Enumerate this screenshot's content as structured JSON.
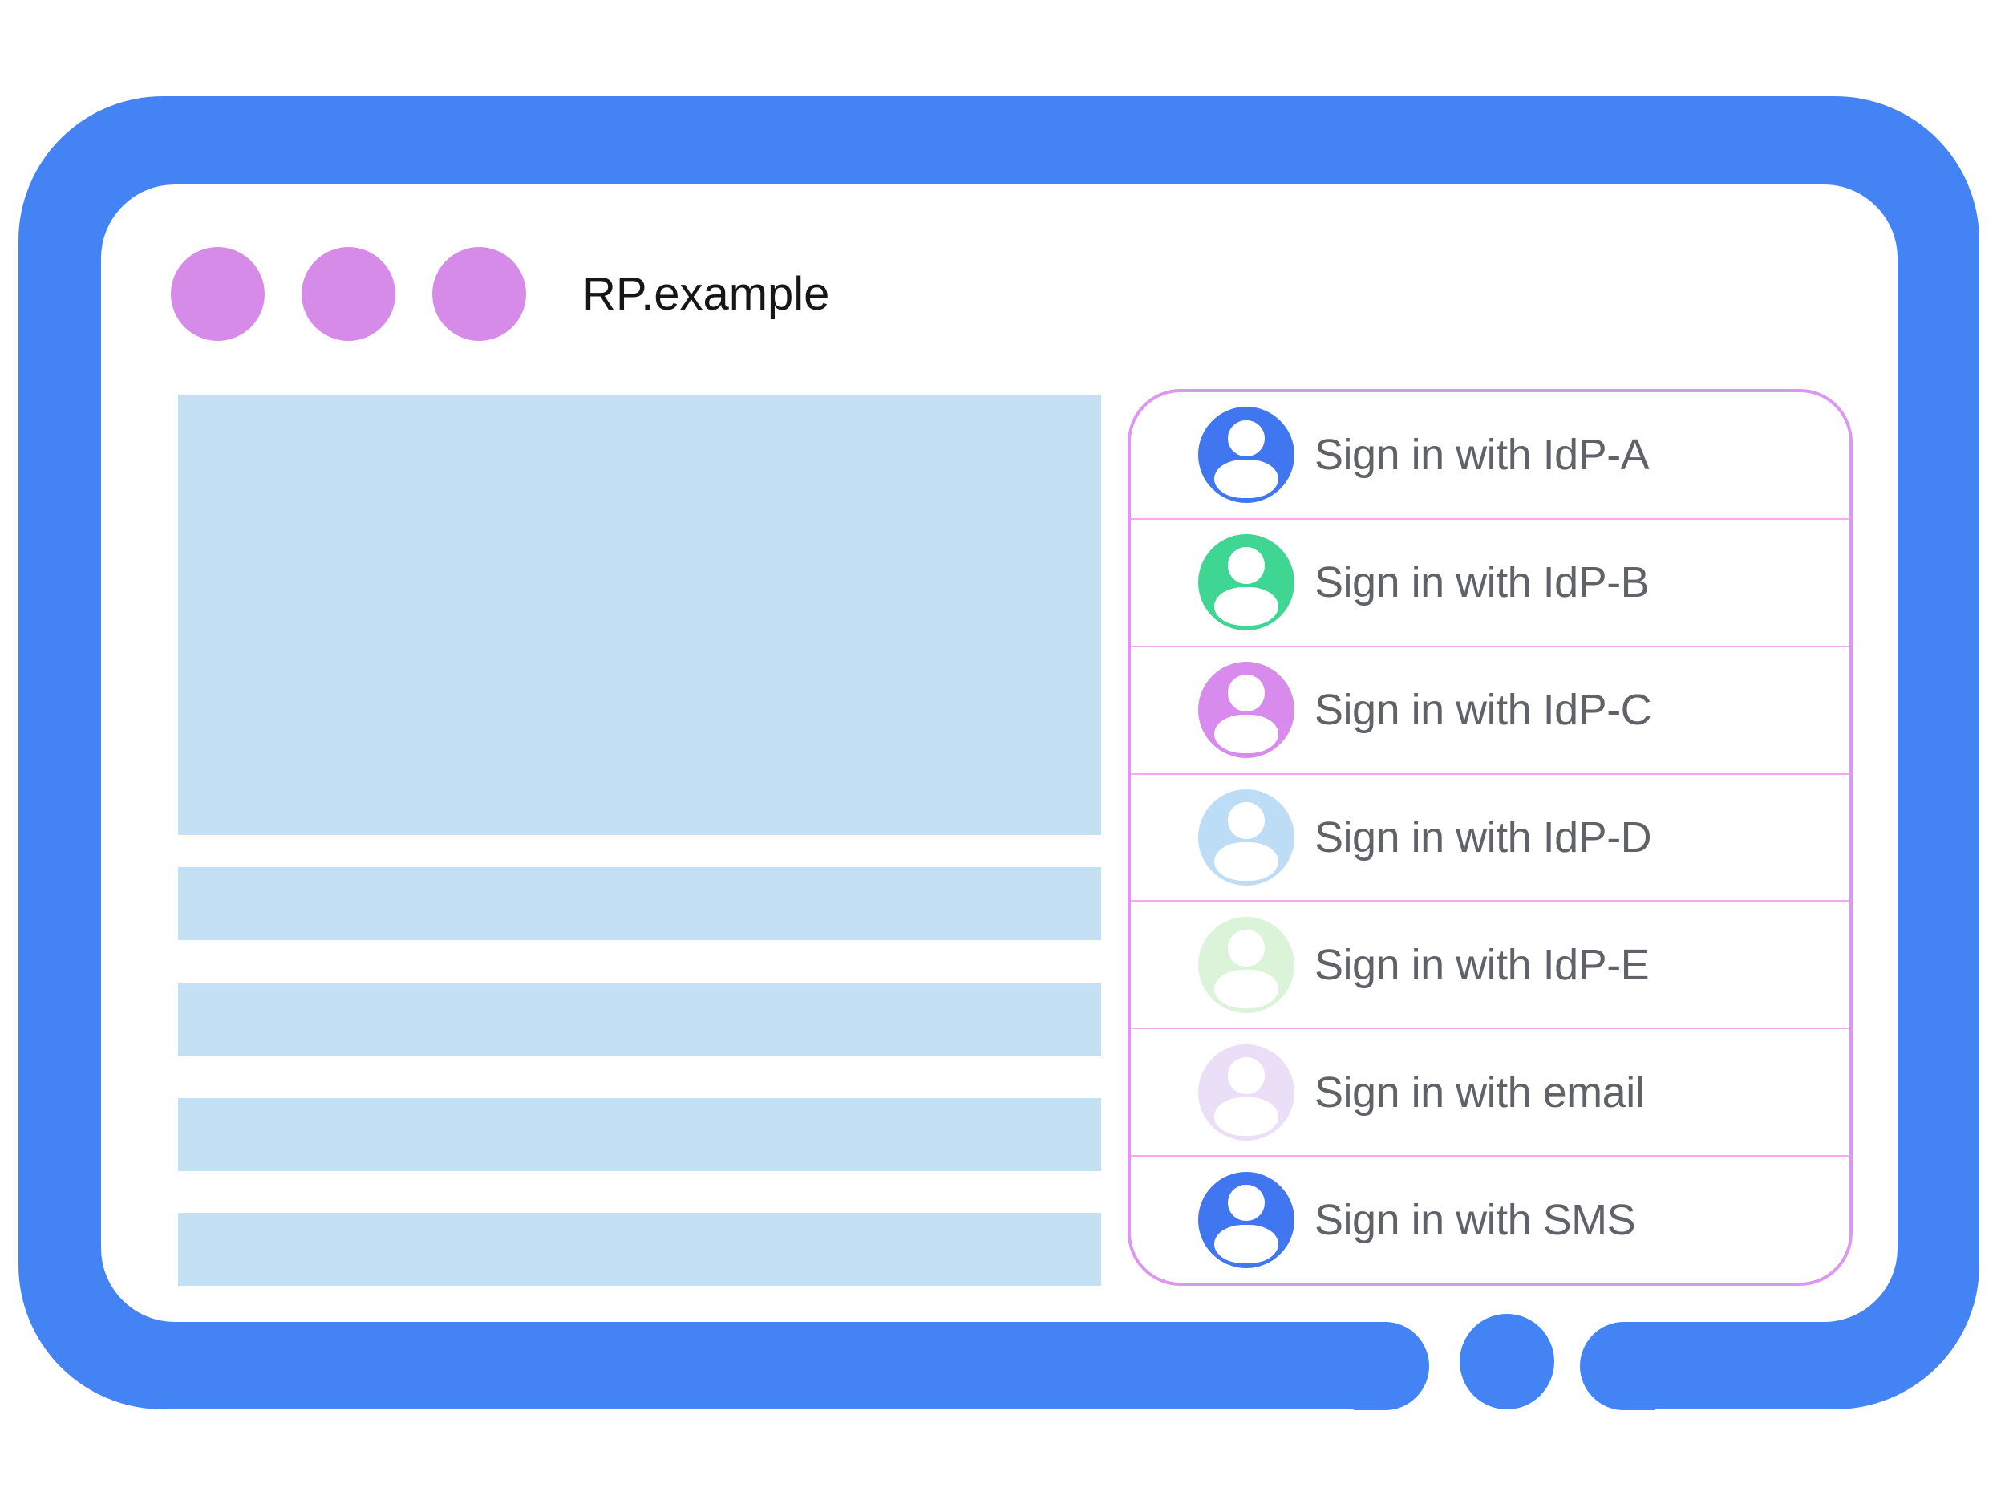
{
  "browser": {
    "title": "RP.example",
    "window_dots_count": 3,
    "colors": {
      "frame": "#4483F4",
      "window_dot": "#D78BE9",
      "content_placeholder": "#C3E0F4",
      "panel_border": "#DC97F0",
      "row_divider": "#F0ACEC",
      "label_text": "#5F6368",
      "title_text": "#161616"
    }
  },
  "content": {
    "hero_placeholder": true,
    "text_line_placeholders": 4
  },
  "signin_panel": {
    "options": [
      {
        "label": "Sign in with IdP-A",
        "avatar_color": "#4076EF"
      },
      {
        "label": "Sign in with IdP-B",
        "avatar_color": "#3FD593"
      },
      {
        "label": "Sign in with IdP-C",
        "avatar_color": "#D88BEC"
      },
      {
        "label": "Sign in with IdP-D",
        "avatar_color": "#BDDCF6"
      },
      {
        "label": "Sign in with IdP-E",
        "avatar_color": "#DBF3D9"
      },
      {
        "label": "Sign in with email",
        "avatar_color": "#EADFF6"
      },
      {
        "label": "Sign in with SMS",
        "avatar_color": "#4076EF"
      }
    ]
  }
}
